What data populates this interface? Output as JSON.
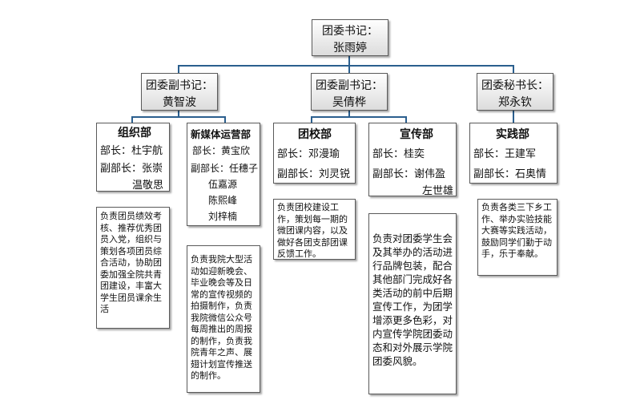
{
  "top": {
    "title": "团委书记：",
    "name": "张雨婷"
  },
  "deputies": [
    {
      "title": "团委副书记：",
      "name": "黄智波"
    },
    {
      "title": "团委副书记：",
      "name": "吴倩桦"
    },
    {
      "title": "团委秘书长：",
      "name": "郑永钦"
    }
  ],
  "depts": {
    "zuzhi": {
      "name": "组织部",
      "minister": "部长：杜宇航",
      "deputy": "副部长：张崇",
      "deputy2": "温敬思",
      "desc": "负责团员绩效考核、推荐优秀团员入党，组织与策划各项团员综合活动，协助团委加强全院共青团建设，丰富大学生团员课余生活"
    },
    "xinmeiti": {
      "name": "新媒体运营部",
      "minister": "部长：黄宝欣",
      "deputy": "副部长：任穗子",
      "deputy2": "伍嘉源",
      "deputy3": "陈熙峰",
      "deputy4": "刘梓楠",
      "desc": "负责我院大型活动如迎新晚会、毕业晚会等及日常的宣传视频的拍摄制作，负责我院微信公众号每周推出的周报的制作，负责我院青年之声、展翅计划宣传推送的制作。"
    },
    "tuanxiao": {
      "name": "团校部",
      "minister": "部长：邓漫瑜",
      "deputy": "副部长：刘灵锐",
      "desc": "负责团校建设工作，策划每一期的微团课内容，以及做好各团支部团课反馈工作。"
    },
    "xuanchuan": {
      "name": "宣传部",
      "minister": "部长：桂奕",
      "deputy": "副部长：谢伟盈",
      "deputy2": "左世雄",
      "desc": "负责对团委学生会及其举办的活动进行品牌包装，配合其他部门完成好各类活动的前中后期宣传工作，为团学增添更多色彩，对内宣传学院团委动态和对外展示学院团委风貌。"
    },
    "shijian": {
      "name": "实践部",
      "minister": "部长：王建军",
      "deputy": "副部长：石奥情",
      "desc": "负责各类三下乡工作、举办实验技能大赛等实践活动，鼓励同学们勤于动手，乐于奉献。"
    }
  },
  "colors": {
    "connector": "#2b5f8e",
    "border": "#5a5a5a"
  }
}
